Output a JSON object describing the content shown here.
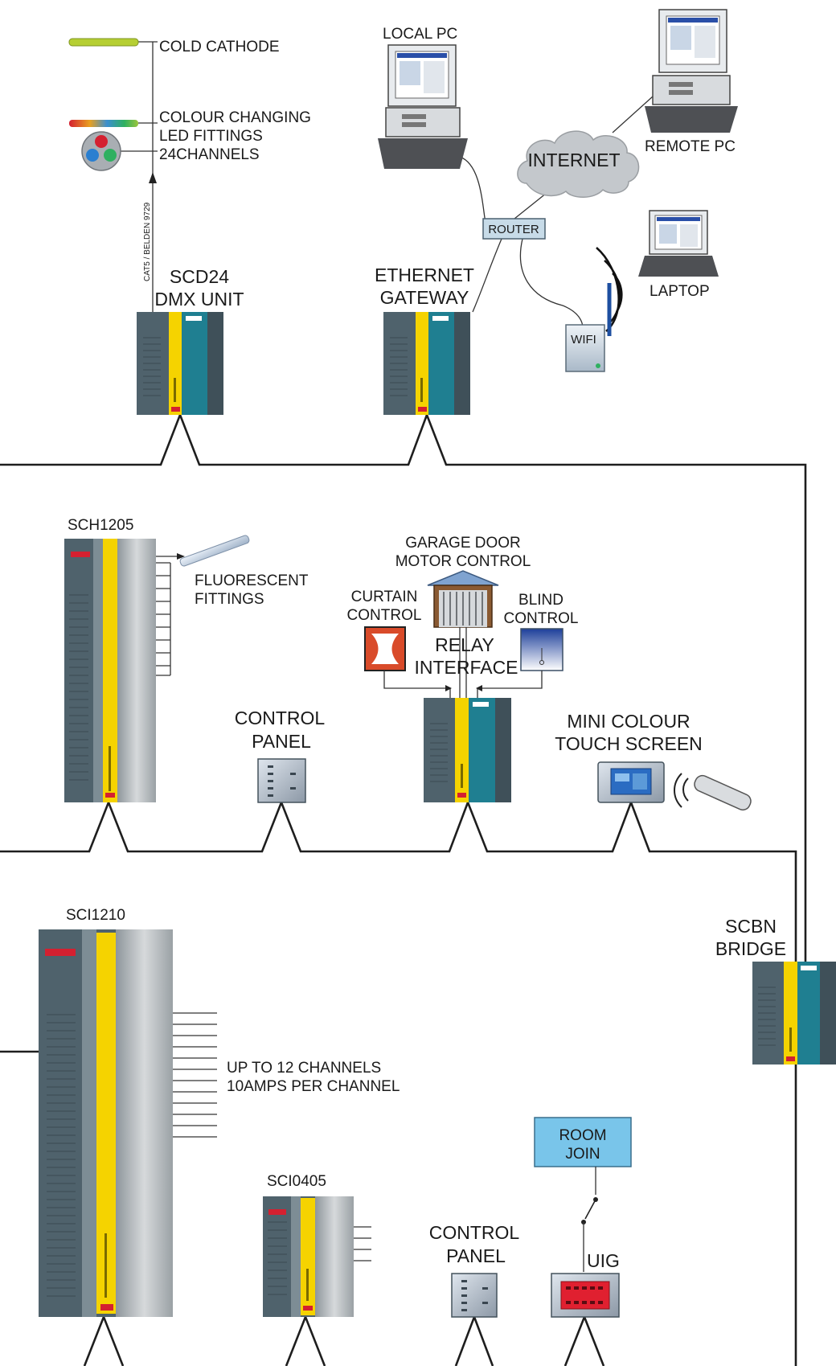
{
  "labels": {
    "cold_cathode": "COLD CATHODE",
    "led_line1": "COLOUR CHANGING",
    "led_line2": "LED FITTINGS",
    "led_line3": "24CHANNELS",
    "cable": "CAT5 / BELDEN 9729",
    "local_pc": "LOCAL PC",
    "remote_pc": "REMOTE PC",
    "internet": "INTERNET",
    "router": "ROUTER",
    "laptop": "LAPTOP",
    "wifi": "WIFI",
    "scd24_line1": "SCD24",
    "scd24_line2": "DMX UNIT",
    "eth_line1": "ETHERNET",
    "eth_line2": "GATEWAY",
    "sch1205": "SCH1205",
    "fluor_line1": "FLUORESCENT",
    "fluor_line2": "FITTINGS",
    "garage_line1": "GARAGE DOOR",
    "garage_line2": "MOTOR CONTROL",
    "curtain_line1": "CURTAIN",
    "curtain_line2": "CONTROL",
    "blind_line1": "BLIND",
    "blind_line2": "CONTROL",
    "relay_line1": "RELAY",
    "relay_line2": "INTERFACE",
    "control_panel_line1": "CONTROL",
    "control_panel_line2": "PANEL",
    "mini_line1": "MINI COLOUR",
    "mini_line2": "TOUCH SCREEN",
    "sci1210": "SCI1210",
    "channels_line1": "UP TO 12 CHANNELS",
    "channels_line2": "10AMPS PER CHANNEL",
    "scbn_line1": "SCBN",
    "scbn_line2": "BRIDGE",
    "sci0405": "SCI0405",
    "control_panel2_line1": "CONTROL",
    "control_panel2_line2": "PANEL",
    "room_join_line1": "ROOM",
    "room_join_line2": "JOIN",
    "uig": "UIG"
  },
  "colors": {
    "unit_dark": "#4f626c",
    "unit_teal": "#1f7f91",
    "unit_yellow": "#f5d300",
    "unit_grey": "#b9bec2",
    "led_red": "#d42030",
    "cloud": "#c4c8cc",
    "wire": "#1e1e1e"
  }
}
